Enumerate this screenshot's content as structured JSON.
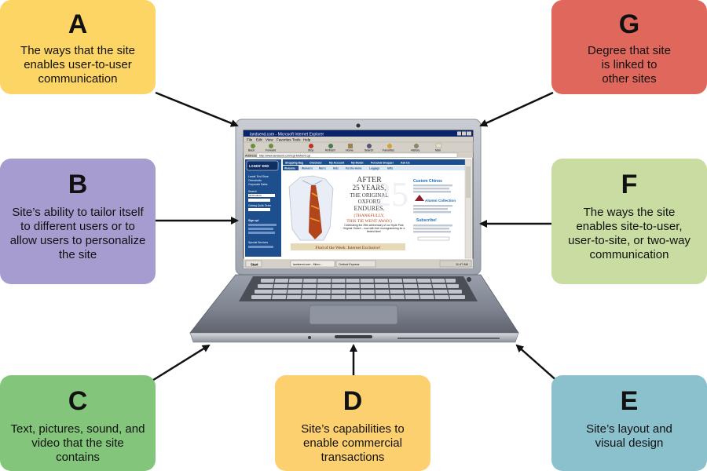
{
  "boxes": {
    "a": {
      "letter": "A",
      "text": "The ways that the site enables user-to-user communication",
      "color": "#fdd565"
    },
    "b": {
      "letter": "B",
      "text": "Site’s ability to tailor itself to different users or to allow users to personalize the site",
      "color": "#a79ccf"
    },
    "c": {
      "letter": "C",
      "text": "Text, pictures, sound, and video that the site contains",
      "color": "#83c57b"
    },
    "d": {
      "letter": "D",
      "text": "Site’s capabilities to enable commercial transactions",
      "color": "#fdd06f"
    },
    "e": {
      "letter": "E",
      "text": "Site’s layout and visual design",
      "color": "#8bc0cd"
    },
    "f": {
      "letter": "F",
      "text": "The ways the site enables site-to-user, user-to-site, or two-way communication",
      "color": "#c9dca1"
    },
    "g": {
      "letter": "G",
      "text": "Degree that site is linked to other sites",
      "color": "#e0675c"
    }
  },
  "screen": {
    "window_title": "landsend.com - Microsoft Internet Explorer",
    "menu": [
      "File",
      "Edit",
      "View",
      "Favorites",
      "Tools",
      "Help"
    ],
    "toolbar": [
      "Back",
      "Forward",
      "Stop",
      "Refresh",
      "Home",
      "Search",
      "Favorites",
      "History",
      "Mail"
    ],
    "address_label": "Address",
    "address": "http://www.landsend.com/cgi-bin/lemf.cgi",
    "logo": "LANDS' END",
    "top_nav": [
      "Shopping Bag",
      "Checkout",
      "My Account",
      "My Model",
      "Personal Shopper",
      "Ask Us"
    ],
    "tabs": [
      "Welcome",
      "Women's",
      "Men's",
      "Kids",
      "For the Home",
      "Luggage",
      "Gifts"
    ],
    "sidebar": [
      "Lands' End Store",
      "Overstocks",
      "Corporate Sales",
      "Search",
      "All Products",
      "Catalog Quick Order",
      "Sign up!",
      "Special Services"
    ],
    "headline": [
      "AFTER",
      "25 YEARS,",
      "THE ORIGINAL",
      "OXFORD",
      "ENDURES.",
      "(THANKFULLY,",
      "THIS TIE WENT AWAY)"
    ],
    "hero_copy": "Celebrating the 25th anniversary of our Hyde Park Original Oxford – now with free monogramming for a limited time!",
    "find_of_week": "Find of the Week: Internet Exclusive!",
    "right_col": [
      "Custom Chinos",
      "Alumni Collection",
      "Subscribe!"
    ],
    "taskbar": [
      "Start",
      "landsend.com - Micro...",
      "Outlook Express"
    ],
    "clock": "11:47 AM"
  }
}
